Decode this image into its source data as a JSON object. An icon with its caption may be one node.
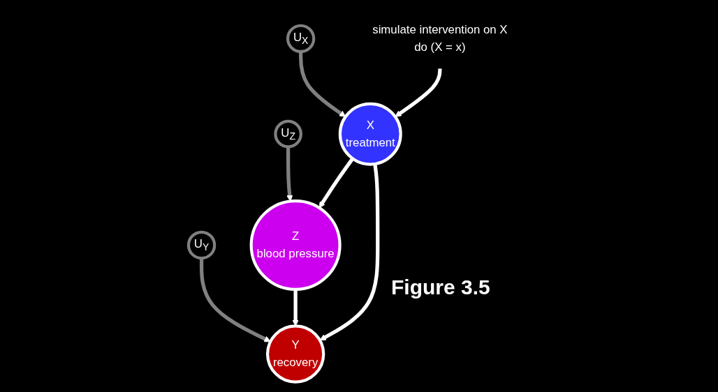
{
  "diagram": {
    "nodes": [
      {
        "text": [
          "U$_{Z}$"
        ]
      },
      {
        "text": [
          "Z",
          "blood pressure"
        ]
      },
      {
        "text": [
          "U$_{X}$"
        ]
      },
      {
        "text": [
          "U$_{Y}$"
        ]
      },
      {
        "text": [
          "simulate intervention on X",
          "do (X = x)"
        ]
      },
      {
        "text": [
          "X",
          "treatment"
        ]
      },
      {
        "text": [
          "Y",
          "recovery"
        ]
      }
    ],
    "edges": [
      {
        "from": 0,
        "to": 1,
        "arrow": "to",
        "color": "#808080"
      },
      {
        "from": 2,
        "to": 5,
        "arrow": "to",
        "color": "#808080"
      },
      {
        "from": 3,
        "to": 6,
        "arrow": "to",
        "color": "#808080"
      },
      {
        "from": 5,
        "to": 1,
        "arrow": "to"
      },
      {
        "from": 1,
        "to": 6,
        "arrow": "to"
      },
      {
        "from": 5,
        "to": 6,
        "arrow": "to"
      },
      {
        "from": 4,
        "to": 5,
        "arrow": "to"
      }
    ],
    "labels": [
      "Figure 3.5"
    ]
  }
}
